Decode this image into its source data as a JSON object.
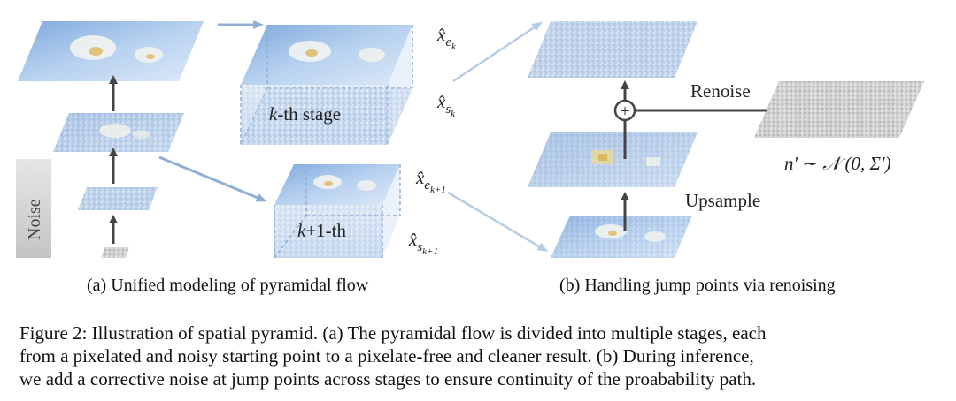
{
  "panel_a": {
    "caption": "(a) Unified modeling of pyramidal flow",
    "noise_label": "Noise",
    "stage_k_label": "-th stage",
    "stage_k_var": "k",
    "stage_k1_label": "+1-th",
    "stage_k1_var": "k",
    "x_e_k": {
      "base": "x̂",
      "sub": "e",
      "subsub": "k"
    },
    "x_s_k": {
      "base": "x̂",
      "sub": "s",
      "subsub": "k"
    },
    "x_e_k1": {
      "base": "x̂",
      "sub": "e",
      "subsub": "k+1"
    },
    "x_s_k1": {
      "base": "x̂",
      "sub": "s",
      "subsub": "k+1"
    }
  },
  "panel_b": {
    "caption": "(b) Handling jump points via renoising",
    "renoise_label": "Renoise",
    "upsample_label": "Upsample",
    "noise_formula": "n′ ∼ 𝒩 (0, Σ′)",
    "plus_symbol": "+"
  },
  "figure_caption": {
    "line1": "Figure 2: Illustration of spatial pyramid. (a) The pyramidal flow is divided into multiple stages, each",
    "line2": "from a pixelated and noisy starting point to a pixelate-free and cleaner result. (b) During inference,",
    "line3": "we add a corrective noise at jump points across stages to ensure continuity of the proabability path."
  },
  "colors": {
    "sky": "#a9c8ec",
    "sky_light": "#d8e6f6",
    "arrow_dark": "#444444",
    "arrow_blue": "#8fb0d4",
    "noise_panel": "#cccccc"
  }
}
